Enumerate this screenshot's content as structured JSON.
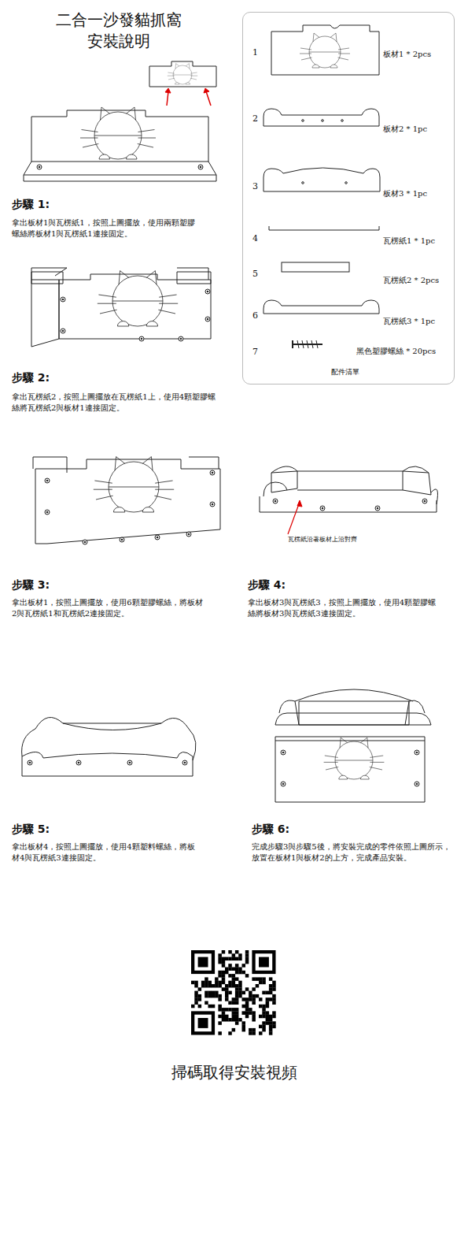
{
  "diagram": {
    "title": "二合一沙發貓抓窩 安裝說明",
    "nodes": [
      {
        "text": [
          "1",
          "板材1 * 2pcs",
          "2",
          "板材2 * 1pc",
          "3",
          "板材3 * 1pc",
          "4",
          "瓦楞紙1 * 1pc",
          "5",
          "瓦楞紙2 * 2pcs",
          "6",
          "瓦楞紙3 * 1pc",
          "7",
          "黑色塑膠螺絲 * 20pcs",
          "配件清單"
        ]
      }
    ],
    "labels": [
      "步驟 1:",
      "拿出板材1與瓦楞紙1，按照上圖擺放，使用兩顆塑膠螺絲將板材1與瓦楞紙1連接固定。",
      "步驟 2:",
      "拿出瓦楞紙2，按照上圖擺放在瓦楞紙1上，使用4顆塑膠螺絲將瓦楞紙2與板材1連接固定。",
      "瓦楞紙沿著板材上沿對齊",
      "步驟 3:",
      "拿出板材1，按照上圖擺放，使用6顆塑膠螺絲，將板材2與瓦楞紙1和瓦楞紙2連接固定。",
      "步驟 4:",
      "拿出板材3與瓦楞紙3，按照上圖擺放，使用4顆塑膠螺絲將板材3與瓦楞紙3連接固定。",
      "步驟 5:",
      "拿出板材4，按照上圖擺放，使用4顆塑料螺絲，將板材4與瓦楞紙3連接固定。",
      "步驟 6:",
      "完成步驟3與步驟5後，將安裝完成的零件依照上圖所示，放置在板材1與板材2的上方，完成產品安裝。",
      "掃碼取得安裝視頻"
    ]
  }
}
